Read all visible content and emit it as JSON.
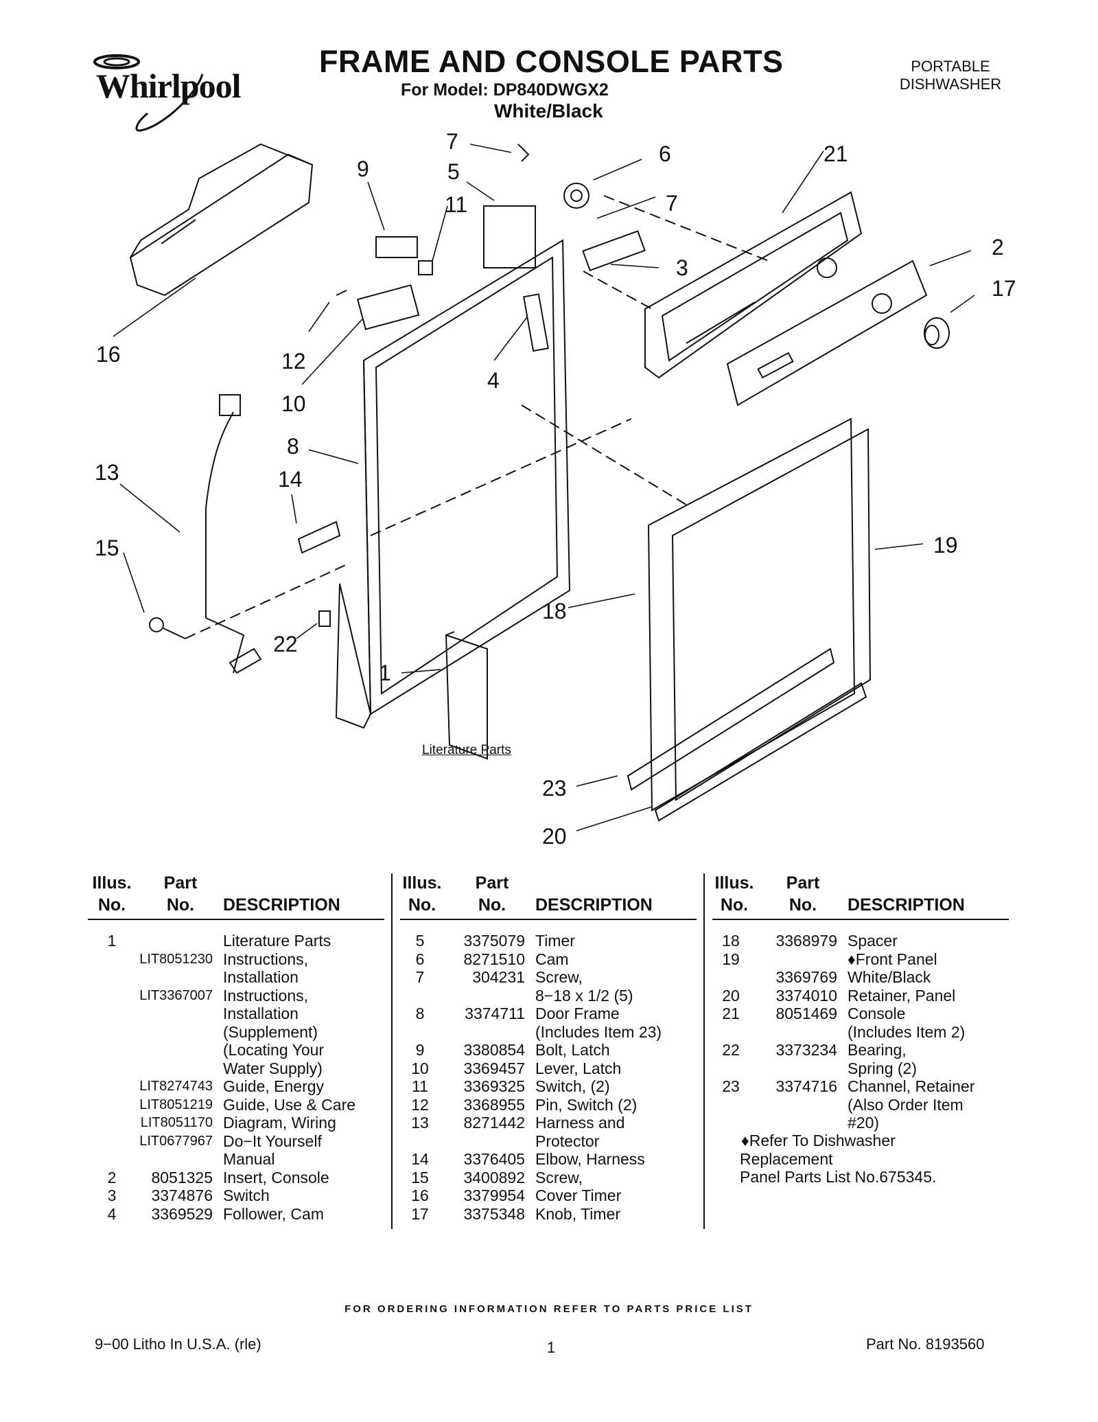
{
  "brand": "Whirlpool",
  "header": {
    "title": "FRAME AND CONSOLE PARTS",
    "model_line": "For Model: DP840DWGX2",
    "color_line": "White/Black",
    "product_type_line1": "PORTABLE",
    "product_type_line2": "DISHWASHER"
  },
  "diagram": {
    "callouts": [
      "7",
      "6",
      "21",
      "9",
      "5",
      "11",
      "7",
      "2",
      "3",
      "17",
      "16",
      "12",
      "10",
      "4",
      "8",
      "13",
      "14",
      "15",
      "19",
      "18",
      "22",
      "1",
      "23",
      "20"
    ],
    "literature_label": "Literature Parts"
  },
  "table": {
    "headers": {
      "illus": [
        "Illus.",
        "No."
      ],
      "part": [
        "Part",
        "No."
      ],
      "desc": "DESCRIPTION"
    },
    "col1": [
      {
        "ill": "1",
        "part": "",
        "desc": "Literature Parts"
      },
      {
        "ill": "",
        "part": "LIT8051230",
        "desc": "Instructions,"
      },
      {
        "ill": "",
        "part": "",
        "desc": "Installation"
      },
      {
        "ill": "",
        "part": "LIT3367007",
        "desc": "Instructions,"
      },
      {
        "ill": "",
        "part": "",
        "desc": "Installation"
      },
      {
        "ill": "",
        "part": "",
        "desc": "(Supplement)"
      },
      {
        "ill": "",
        "part": "",
        "desc": "(Locating Your"
      },
      {
        "ill": "",
        "part": "",
        "desc": "Water Supply)"
      },
      {
        "ill": "",
        "part": "LIT8274743",
        "desc": "Guide, Energy"
      },
      {
        "ill": "",
        "part": "LIT8051219",
        "desc": "Guide, Use & Care"
      },
      {
        "ill": "",
        "part": "LIT8051170",
        "desc": "Diagram, Wiring"
      },
      {
        "ill": "",
        "part": "LIT0677967",
        "desc": "Do−It Yourself"
      },
      {
        "ill": "",
        "part": "",
        "desc": "Manual"
      },
      {
        "ill": "2",
        "part": "8051325",
        "desc": "Insert, Console"
      },
      {
        "ill": "3",
        "part": "3374876",
        "desc": "Switch"
      },
      {
        "ill": "4",
        "part": "3369529",
        "desc": "Follower, Cam"
      }
    ],
    "col2": [
      {
        "ill": "5",
        "part": "3375079",
        "desc": "Timer"
      },
      {
        "ill": "6",
        "part": "8271510",
        "desc": "Cam"
      },
      {
        "ill": "7",
        "part": "304231",
        "desc": "Screw,"
      },
      {
        "ill": "",
        "part": "",
        "desc": "8−18 x 1/2 (5)"
      },
      {
        "ill": "8",
        "part": "3374711",
        "desc": "Door Frame"
      },
      {
        "ill": "",
        "part": "",
        "desc": "(Includes Item 23)"
      },
      {
        "ill": "9",
        "part": "3380854",
        "desc": "Bolt, Latch"
      },
      {
        "ill": "10",
        "part": "3369457",
        "desc": "Lever, Latch"
      },
      {
        "ill": "11",
        "part": "3369325",
        "desc": "Switch, (2)"
      },
      {
        "ill": "12",
        "part": "3368955",
        "desc": "Pin, Switch (2)"
      },
      {
        "ill": "13",
        "part": "8271442",
        "desc": "Harness and"
      },
      {
        "ill": "",
        "part": "",
        "desc": "Protector"
      },
      {
        "ill": "14",
        "part": "3376405",
        "desc": "Elbow, Harness"
      },
      {
        "ill": "15",
        "part": "3400892",
        "desc": "Screw,"
      },
      {
        "ill": "16",
        "part": "3379954",
        "desc": "Cover Timer"
      },
      {
        "ill": "17",
        "part": "3375348",
        "desc": "Knob, Timer"
      }
    ],
    "col3": [
      {
        "ill": "18",
        "part": "3368979",
        "desc": "Spacer"
      },
      {
        "ill": "19",
        "part": "",
        "desc": "♦Front Panel"
      },
      {
        "ill": "",
        "part": "3369769",
        "desc": "White/Black"
      },
      {
        "ill": "20",
        "part": "3374010",
        "desc": "Retainer, Panel"
      },
      {
        "ill": "21",
        "part": "8051469",
        "desc": "Console"
      },
      {
        "ill": "",
        "part": "",
        "desc": "(Includes Item 2)"
      },
      {
        "ill": "22",
        "part": "3373234",
        "desc": "Bearing,"
      },
      {
        "ill": "",
        "part": "",
        "desc": "Spring (2)"
      },
      {
        "ill": "23",
        "part": "3374716",
        "desc": "Channel, Retainer"
      },
      {
        "ill": "",
        "part": "",
        "desc": "(Also Order Item"
      },
      {
        "ill": "",
        "part": "",
        "desc": "#20)"
      }
    ],
    "note": [
      "♦Refer To Dishwasher",
      "Replacement",
      "Panel Parts List No.675345."
    ]
  },
  "footer": {
    "ordering_note": "FOR ORDERING INFORMATION REFER TO PARTS PRICE LIST",
    "litho": "9−00 Litho In U.S.A. (rle)",
    "page_number": "1",
    "part_no": "Part No. 8193560"
  }
}
